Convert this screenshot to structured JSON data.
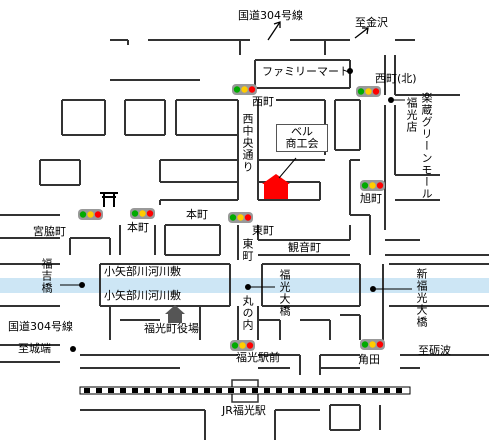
{
  "map": {
    "route304_top": "国道304号線",
    "to_kanazawa": "至金沢",
    "family_mart": "ファミリーマート",
    "nishimachi_kita": "西町(北)",
    "nishimachi": "西町",
    "fukumitsu_shop": "福光店",
    "rakuzo_green_mall": "楽蔵グリーンモール",
    "nishi_chuo_dori": "西中央通り",
    "bell_line1": "ベル",
    "bell_line2": "商工会",
    "asahimachi": "旭町",
    "motomachi_right": "本町",
    "motomachi_left": "本町",
    "miyawakimachi": "宮脇町",
    "higashimachi": "東町",
    "kankomachi": "観音町",
    "higashi_vertical": "東町",
    "fukuyoshi_bashi": "福吉橋",
    "koyabe_1": "小矢部川河川敷",
    "koyabe_2": "小矢部川河川敷",
    "fukumitsu_ohashi": "福光大橋",
    "shin_fukumitsu_ohashi": "新福光大橋",
    "maruno_uchi": "丸の内",
    "town_office": "福光町役場",
    "route304_left": "国道304号線",
    "to_johana": "至城端",
    "fukumitsu_station_mae": "福光駅前",
    "kakuta": "角田",
    "to_tonami": "至砺波",
    "jr_station": "JR福光駅"
  },
  "colors": {
    "road_line": "#333333",
    "river": "#cde6f5",
    "building": "#ff0000",
    "signal_red": "#ff0000",
    "signal_yellow": "#ffcc00",
    "signal_green": "#00aa00",
    "signal_body": "#999999"
  },
  "icons": [
    "traffic-signal-icon",
    "torii-gate-icon",
    "map-pin-dot-icon",
    "railway-track-icon",
    "red-building-icon",
    "town-office-building-icon"
  ]
}
